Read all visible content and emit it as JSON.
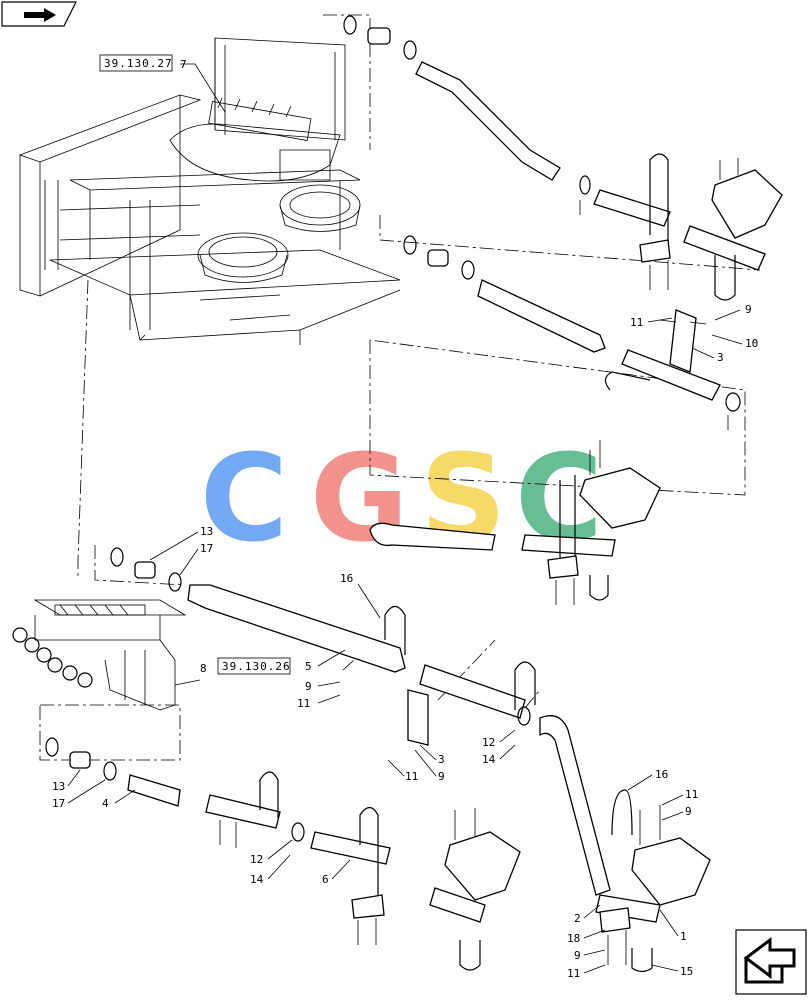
{
  "refs": [
    "39.130.27",
    "39.130.26"
  ],
  "watermark": {
    "letters": [
      "C",
      "G",
      "S",
      "C"
    ]
  },
  "callouts": [
    {
      "text": "7"
    },
    {
      "text": "9"
    },
    {
      "text": "11"
    },
    {
      "text": "10"
    },
    {
      "text": "3"
    },
    {
      "text": "13"
    },
    {
      "text": "17"
    },
    {
      "text": "16"
    },
    {
      "text": "8"
    },
    {
      "text": "5"
    },
    {
      "text": "9"
    },
    {
      "text": "11"
    },
    {
      "text": "12"
    },
    {
      "text": "14"
    },
    {
      "text": "3"
    },
    {
      "text": "11"
    },
    {
      "text": "9"
    },
    {
      "text": "16"
    },
    {
      "text": "11"
    },
    {
      "text": "9"
    },
    {
      "text": "13"
    },
    {
      "text": "17"
    },
    {
      "text": "4"
    },
    {
      "text": "12"
    },
    {
      "text": "14"
    },
    {
      "text": "6"
    },
    {
      "text": "1"
    },
    {
      "text": "2"
    },
    {
      "text": "18"
    },
    {
      "text": "9"
    },
    {
      "text": "11"
    },
    {
      "text": "15"
    }
  ]
}
